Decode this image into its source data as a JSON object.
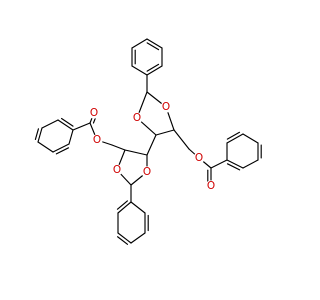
{
  "molecule": {
    "atom_labels": {
      "O1": "O",
      "O2": "O",
      "O3": "O",
      "O4": "O",
      "O5": "O",
      "O6": "O",
      "O7": "O",
      "O8": "O"
    },
    "colors": {
      "bond": "#000000",
      "oxygen": "#d00000",
      "background": "#ffffff"
    }
  }
}
